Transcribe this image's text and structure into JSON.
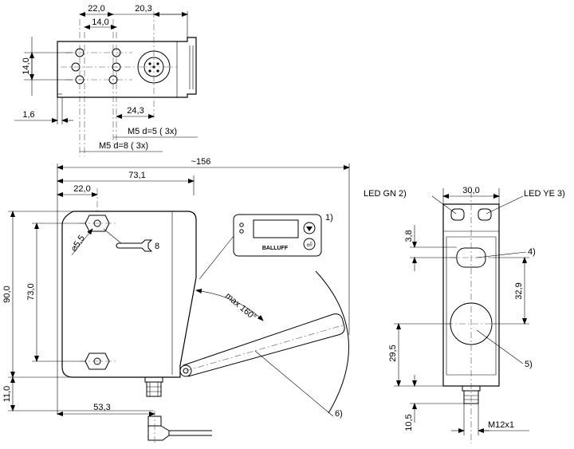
{
  "top_view": {
    "dim_22": "22,0",
    "dim_20_3": "20,3",
    "dim_14_h": "14,0",
    "dim_14_v": "14,0",
    "dim_1_6": "1,6",
    "dim_24_3": "24,3",
    "thread_5": "M5 d=5 ( 3x)",
    "thread_8": "M5 d=8 ( 3x)"
  },
  "side_view": {
    "dim_156": "~156",
    "dim_73_1": "73,1",
    "dim_22": "22,0",
    "dim_90": "90,0",
    "dim_73": "73,0",
    "dim_11": "11,0",
    "dim_53_3": "53,3",
    "hole_dia": "5,5",
    "wrench_label": "8",
    "angle_label": "max 160°",
    "callout_1": "1)",
    "callout_6": "6)",
    "brand": "BALLUFF"
  },
  "front_view": {
    "dim_30": "30,0",
    "led_gn": "LED GN 2)",
    "led_ye": "LED YE 3)",
    "dim_3_8": "3,8",
    "dim_32_9": "32,9",
    "dim_29_5": "29,5",
    "dim_10_5": "10,5",
    "thread": "M12x1",
    "callout_4": "4)",
    "callout_5": "5)"
  }
}
